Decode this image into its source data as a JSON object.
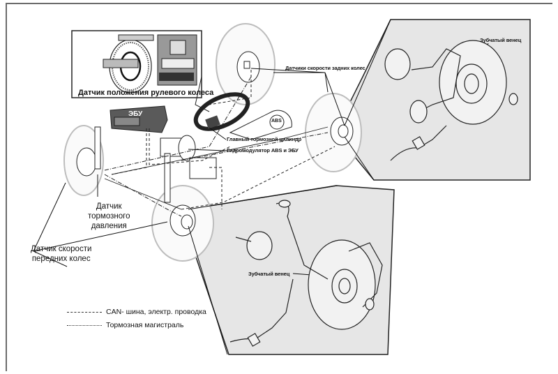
{
  "diagram": {
    "title": "ABS system components layout",
    "labels": {
      "steering_sensor": "Датчик положения рулевого колеса",
      "ecu": "ЭБУ",
      "abs_badge": "ABS",
      "master_cylinder": "Главный тормозной цилиндр",
      "abs_modulator": "Гидромодулятор ABS и ЭБУ",
      "rear_speed_sensors": "Датчики скорости задних колес",
      "rear_tone_ring": "Зубчатый венец",
      "brake_pressure_sensor": [
        "Датчик",
        "тормозного",
        "давления"
      ],
      "front_speed_sensor": [
        "Датчик скорости",
        "передних колес"
      ],
      "front_tone_ring": "Зубчатый венец"
    },
    "legend": [
      {
        "style": "dashed",
        "label": "CAN- шина, электр. проводка"
      },
      {
        "style": "dash-dot",
        "label": "Тормозная магистраль"
      }
    ],
    "colors": {
      "panel_fill": "#e6e6e6",
      "line": "#1a1a1a",
      "tire": "#bdbdbd",
      "ecu_fill": "#5a5a5a",
      "frame": "#6b6b6b"
    }
  }
}
